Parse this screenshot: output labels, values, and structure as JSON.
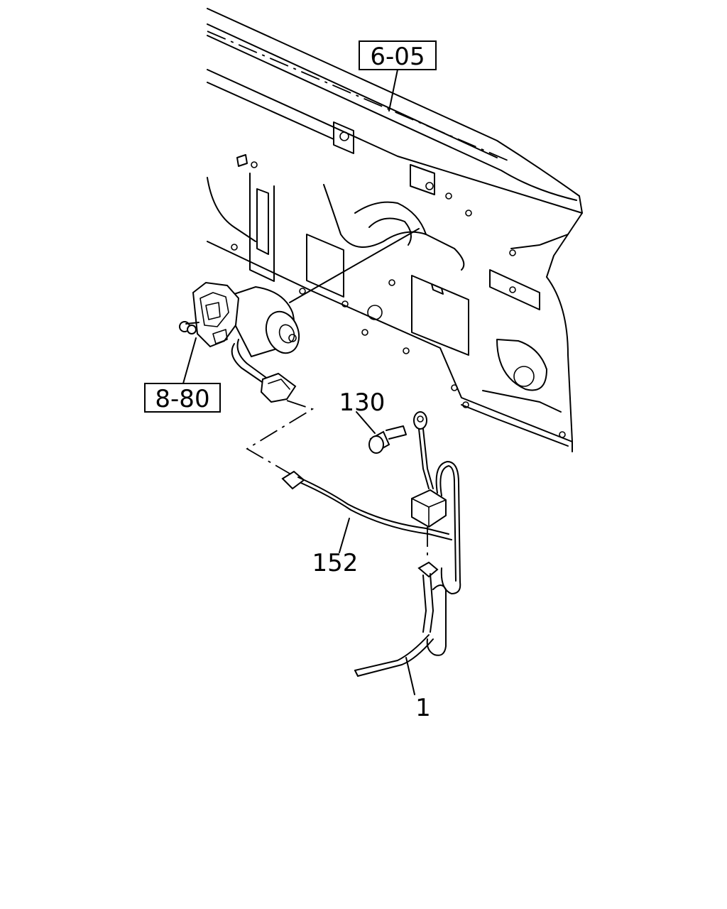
{
  "callouts": {
    "ref_605": "6-05",
    "ref_880": "8-80",
    "part_130": "130",
    "part_152": "152",
    "part_1": "1"
  }
}
